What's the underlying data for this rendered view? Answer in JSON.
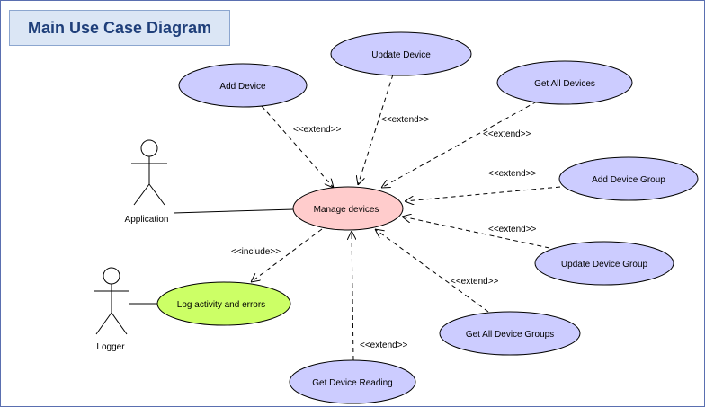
{
  "title": "Main Use Case Diagram",
  "actors": {
    "application": "Application",
    "logger": "Logger"
  },
  "use_cases": {
    "manage_devices": "Manage devices",
    "log_activity": "Log activity and errors",
    "add_device": "Add Device",
    "update_device": "Update Device",
    "get_all_devices": "Get All Devices",
    "add_device_group": "Add Device Group",
    "update_device_group": "Update Device Group",
    "get_all_device_groups": "Get All Device Groups",
    "get_device_reading": "Get Device Reading"
  },
  "relations": {
    "extend": "<<extend>>",
    "include": "<<include>>"
  },
  "colors": {
    "usecase_fill": "#ccccff",
    "core_fill": "#ffcccc",
    "log_fill": "#ccff66",
    "border": "#000000",
    "title_bg": "#dbe6f5",
    "title_text": "#1f3f7a"
  }
}
